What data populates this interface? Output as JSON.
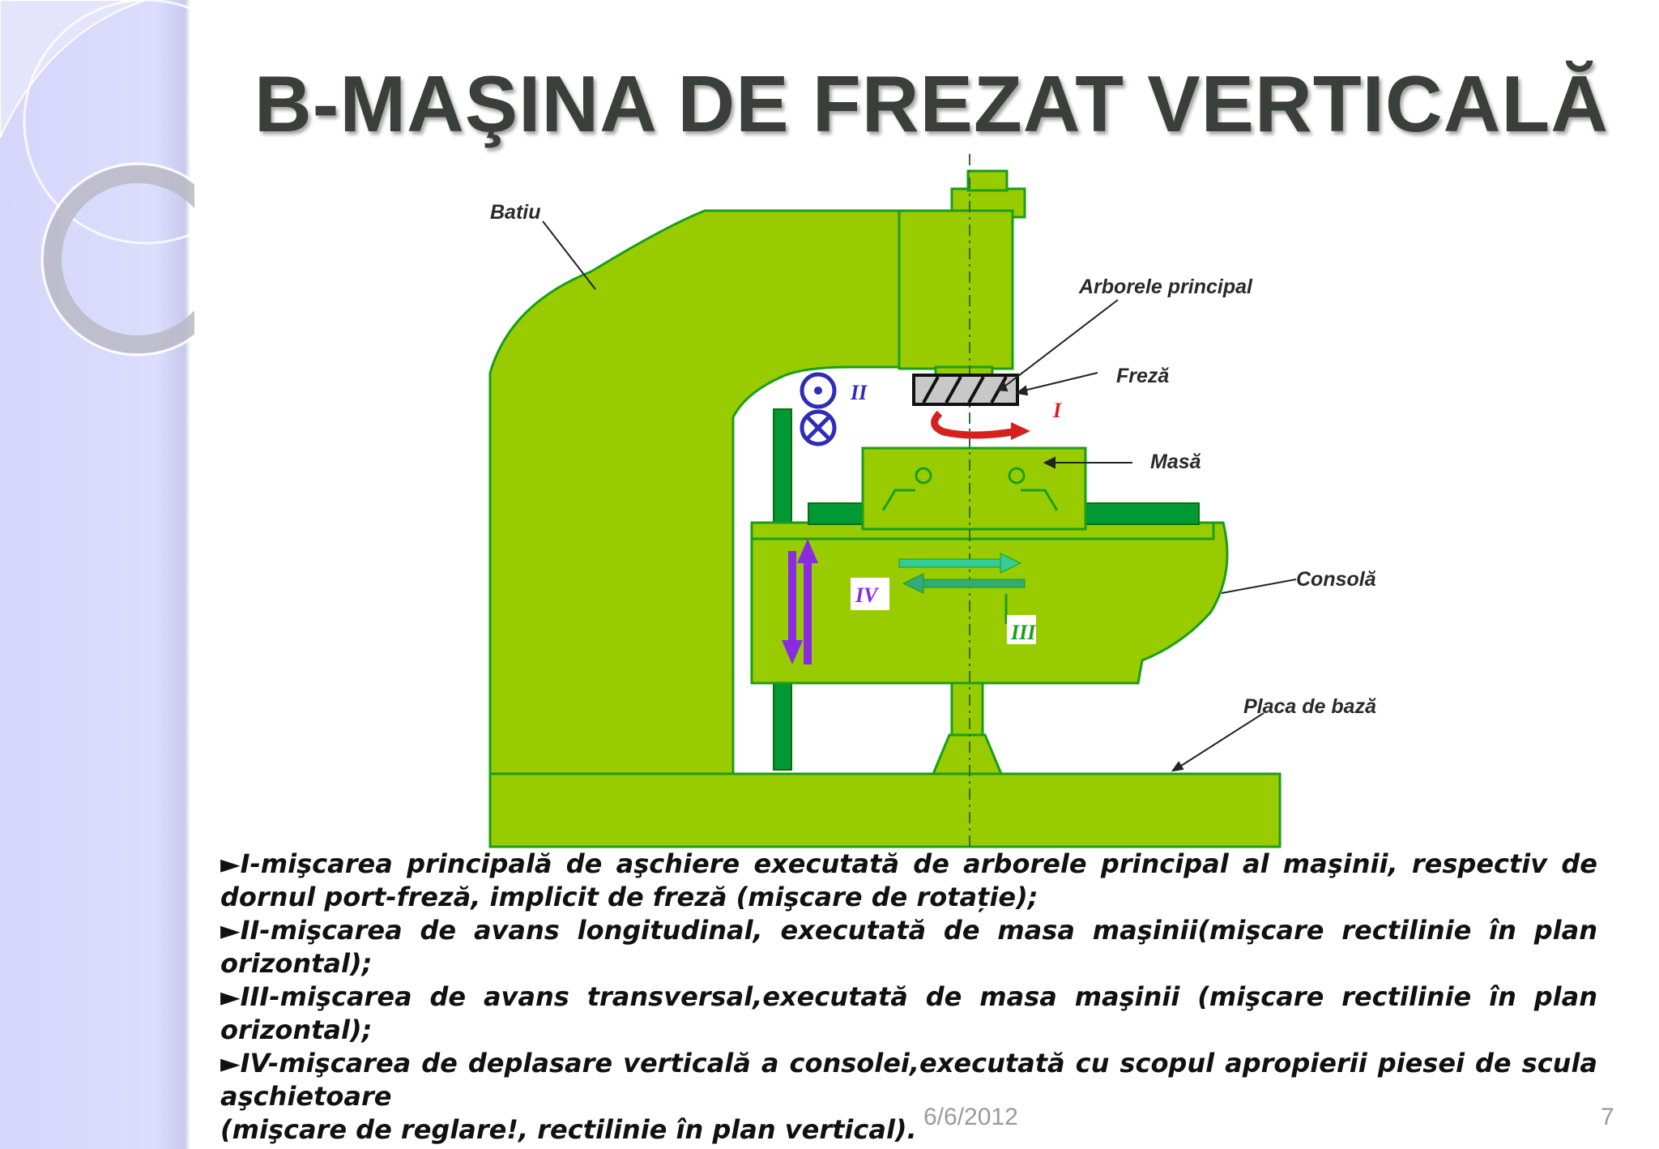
{
  "slide": {
    "title": "B-MAŞINA DE FREZAT VERTICALĂ",
    "date": "6/6/2012",
    "page_number": "7"
  },
  "diagram": {
    "labels": {
      "batiu": "Batiu",
      "arbore": "Arborele principal",
      "freza": "Freză",
      "masa": "Masă",
      "consola": "Consolă",
      "placa": "Placa de bază"
    },
    "motions": {
      "I": "I",
      "II": "II",
      "III": "III",
      "IV": "IV"
    },
    "colors": {
      "machine_fill": "#99cc00",
      "machine_edge": "#1a9e1a",
      "dark_green": "#009933",
      "rotation_arrow": "#d62020",
      "vertical_arrow": "#8a2be2",
      "feed_symbols": "#2d2db8"
    }
  },
  "description": [
    {
      "marker": "►",
      "text": "I-mişcarea principală de aşchiere executată de arborele principal al maşinii, respectiv de dornul port-freză, implicit de freză (mişcare de rotație);"
    },
    {
      "marker": "►",
      "text": "II-mişcarea de avans longitudinal, executată de masa maşinii(mişcare rectilinie în plan orizontal);"
    },
    {
      "marker": "►",
      "text": "III-mişcarea de avans transversal,executată de masa maşinii (mişcare rectilinie în plan orizontal);"
    },
    {
      "marker": "►",
      "text": "IV-mişcarea de deplasare verticală a consolei,executată cu scopul apropierii piesei de scula aşchietoare"
    },
    {
      "marker": "",
      "text": "(mişcare de reglare!, rectilinie în plan vertical)."
    }
  ]
}
